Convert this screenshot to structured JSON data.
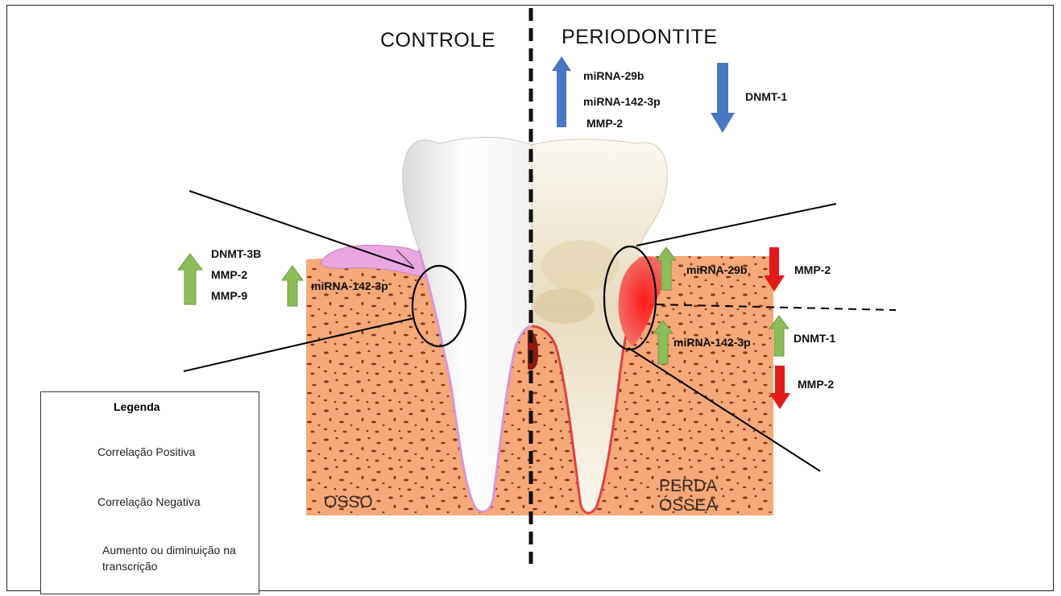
{
  "titles": {
    "left": "CONTROLE",
    "right": "PERIODONTITE"
  },
  "regions": {
    "left": "OSSO",
    "right": "PERDA ÓSSEA"
  },
  "top_markers": [
    "miRNA-29b",
    "miRNA-142-3p",
    "MMP-2"
  ],
  "top_marker_down": "DNMT-1",
  "left_group": {
    "stack": [
      "DNMT-3B",
      "MMP-2",
      "MMP-9"
    ],
    "partner": "miRNA-142-3p"
  },
  "right_group": {
    "row1": {
      "left": "miRNA-29b",
      "right": "MMP-2"
    },
    "row2": {
      "left": "miRNA-142-3p",
      "right": "DNMT-1",
      "right2": "MMP-2"
    }
  },
  "legend": {
    "title": "Legenda",
    "items": [
      {
        "label": "Correlação Positiva"
      },
      {
        "label": "Correlação Negativa"
      },
      {
        "label": "Aumento ou diminuição na transcrição"
      }
    ]
  },
  "colors": {
    "up_green": "#8cbd58",
    "down_red": "#e21a1a",
    "blue": "#4a78c2",
    "bone": "#f5a878",
    "gum_pink": "#e9a6e0",
    "inflamed": "#e82020"
  }
}
